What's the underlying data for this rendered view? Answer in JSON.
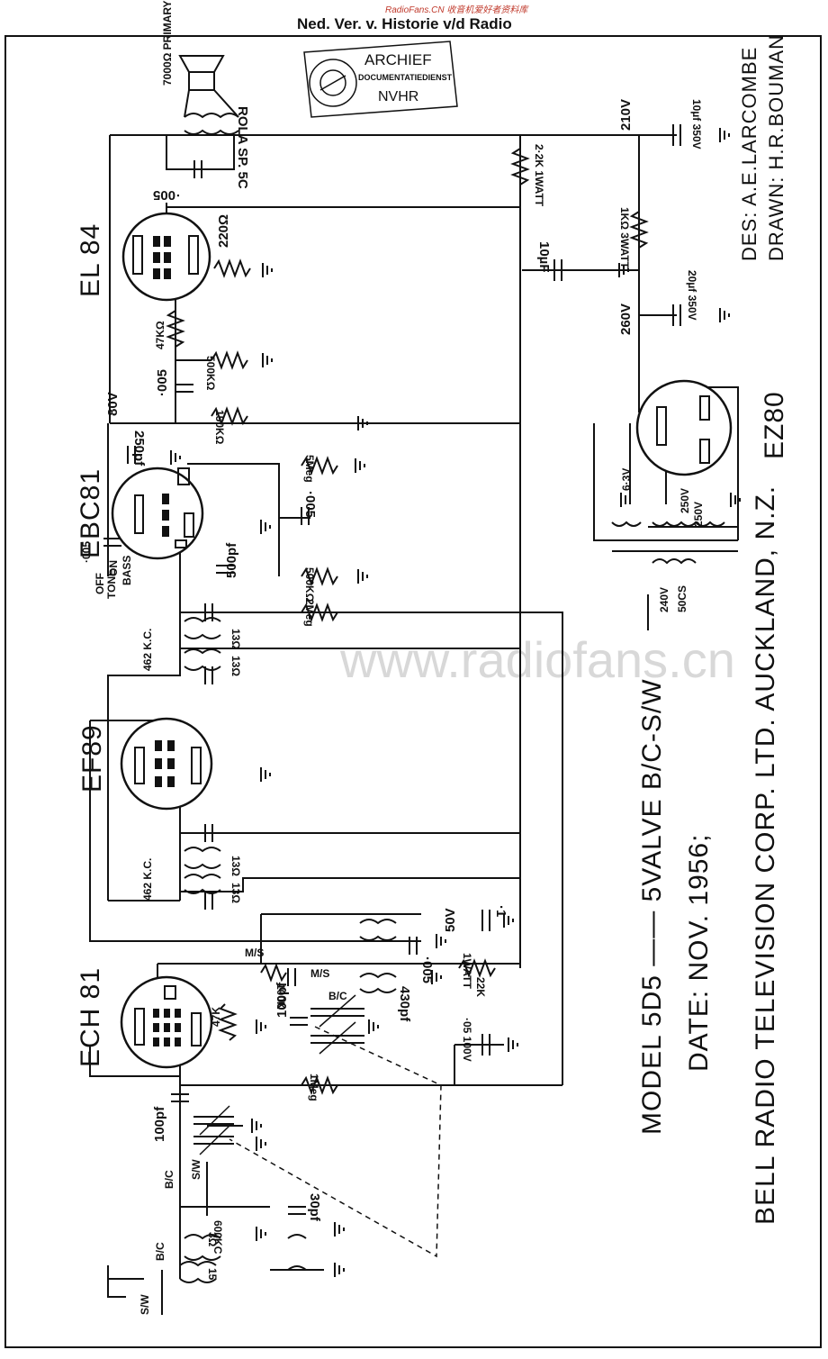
{
  "header": {
    "archive_line": "Ned. Ver. v. Historie v/d Radio",
    "source_watermark": "RadioFans.CN 收音机爱好者资料库"
  },
  "stamp": {
    "line1": "ARCHIEF",
    "line2": "DOCUMENTATIEDIENST",
    "line3": "NVHR"
  },
  "watermark": "www.radiofans.cn",
  "credits": {
    "designer": "DES: A.E.LARCOMBE",
    "drawn_by": "DRAWN: H.R.BOUMAN"
  },
  "title_block": {
    "model": "MODEL 5D5 —— 5VALVE B/C-S/W",
    "date": "DATE: NOV. 1956;",
    "company": "BELL RADIO TELEVISION CORP. LTD. AUCKLAND, N.Z."
  },
  "valves": {
    "el84": "EL 84",
    "ebc81": "EBC81",
    "ef89": "EF89",
    "ech81": "ECH 81",
    "ez80": "EZ80"
  },
  "components": {
    "speaker_name": "ROLA SP. 5C",
    "primary": "7000Ω PRIMARY",
    "cap_005_out": "·005",
    "res_22k_1w": "2·2K 1WATT",
    "v210": "210V",
    "cap_10uf_350": "10µf 350V",
    "res_1k_3w": "1KΩ 3WATT",
    "cap_10uf": "10µF",
    "v260": "260V",
    "cap_20uf_350": "20µf 350V",
    "r220": "220Ω",
    "r47k": "47KΩ",
    "r500k": "500KΩ",
    "cap_005_grid": "·005",
    "v80": "80V",
    "r150k": "150KΩ",
    "c250pf": "250pf",
    "r5meg": "5Meg",
    "cap_005_tone": "·005",
    "tone_off": "OFF",
    "tone_on": "ON",
    "tone_label": "TONE",
    "bass": "BASS",
    "cap_005_b": "·005",
    "c500pf": "500pf",
    "r500k_vol": "500KΩ",
    "r2meg": "2Meg",
    "if1": "462 K.C.",
    "if2": "462 K.C.",
    "l13a": "13Ω",
    "l13b": "13Ω",
    "l13c": "13Ω",
    "l13d": "13Ω",
    "v50": "50V",
    "c1": "·1",
    "ms1": "M/S",
    "c005_osc": "·005",
    "iwatt": "1WATT",
    "r22k": "22K",
    "ms2": "M/S",
    "bc": "B/C",
    "c430pf": "430pf",
    "c100k": "100K",
    "r47k2": "47K",
    "c100pf": "100pf",
    "c05_100": "·05 100V",
    "r1meg": "1Meg",
    "c100pf_in": "100pf",
    "bc_sw": "B/C",
    "sw_sw": "S/W",
    "c30pf": "30pf",
    "c600k": "600KC",
    "bc_ant": "B/C",
    "sw_ant": "S/W",
    "n15": "15",
    "n3": "3Ω",
    "v63": "6·3V",
    "v250a": "250V",
    "v250b": "250V",
    "v240": "240V",
    "hz50": "50CS"
  }
}
